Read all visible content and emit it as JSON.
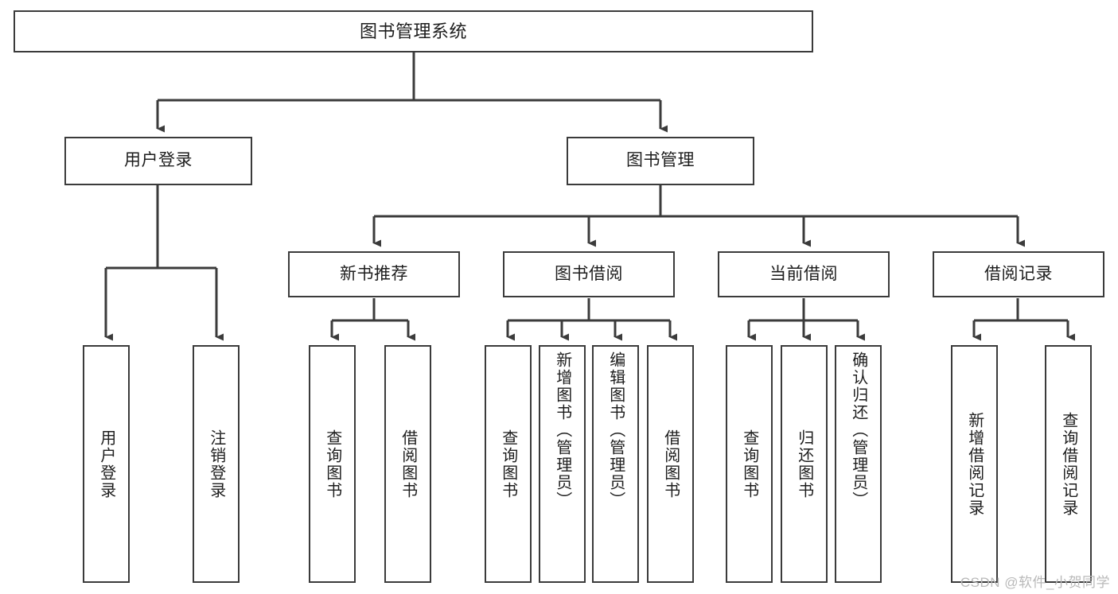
{
  "diagram": {
    "title": "图书管理系统",
    "type": "tree",
    "background_color": "#ffffff",
    "line_color": "#3b3b3b",
    "text_color": "#1d1d1d"
  },
  "root": {
    "label": "图书管理系统"
  },
  "level2": [
    {
      "label": "用户登录"
    },
    {
      "label": "图书管理"
    }
  ],
  "level3": [
    {
      "label": "新书推荐"
    },
    {
      "label": "图书借阅"
    },
    {
      "label": "当前借阅"
    },
    {
      "label": "借阅记录"
    }
  ],
  "leaves": {
    "user_login": [
      {
        "label": "用户登录"
      },
      {
        "label": "注销登录"
      }
    ],
    "new_book_recommend": [
      {
        "label": "查询图书"
      },
      {
        "label": "借阅图书"
      }
    ],
    "book_borrow": [
      {
        "label": "查询图书"
      },
      {
        "label": "新增图书（管理员）"
      },
      {
        "label": "编辑图书（管理员）"
      },
      {
        "label": "借阅图书"
      }
    ],
    "current_borrow": [
      {
        "label": "查询图书"
      },
      {
        "label": "归还图书"
      },
      {
        "label": "确认归还（管理员）"
      }
    ],
    "borrow_record": [
      {
        "label": "新增借阅记录"
      },
      {
        "label": "查询借阅记录"
      }
    ]
  },
  "watermark": {
    "text": "CSDN @软件_小贺同学"
  }
}
